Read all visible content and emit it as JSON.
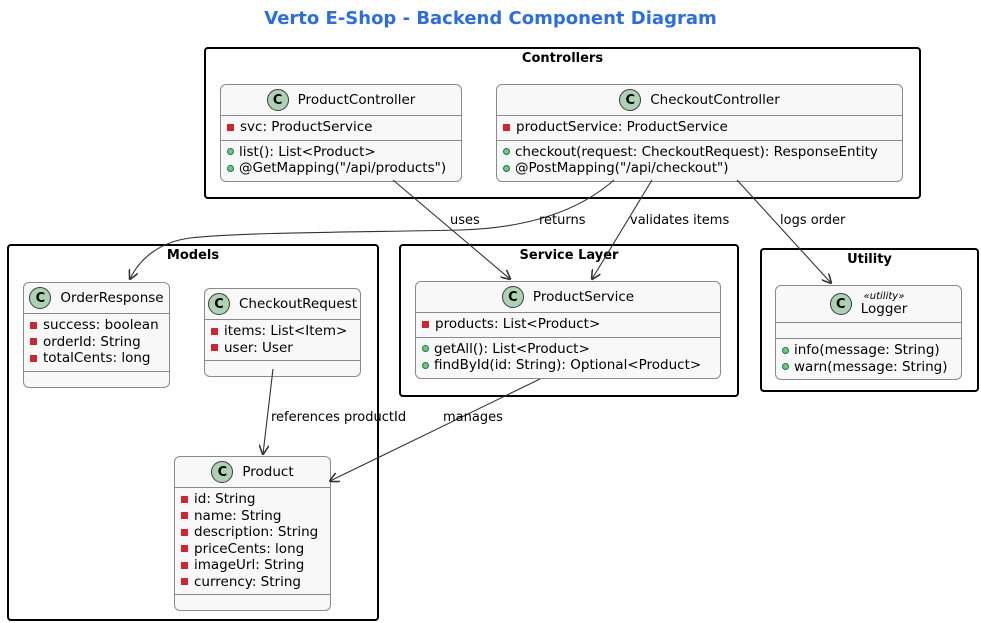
{
  "title": "Verto E-Shop - Backend Component Diagram",
  "colors": {
    "title": "#2f6ed7",
    "class_bg": "#f8f8f8",
    "badge": "#add1b2",
    "private": "#c82930",
    "public": "#84be84"
  },
  "packages": {
    "controllers": "Controllers",
    "models": "Models",
    "service": "Service Layer",
    "utility": "Utility"
  },
  "classes": {
    "product_controller": {
      "name": "ProductController",
      "fields": [
        "svc: ProductService"
      ],
      "methods": [
        "list(): List<Product>",
        "@GetMapping(\"/api/products\")"
      ]
    },
    "checkout_controller": {
      "name": "CheckoutController",
      "fields": [
        "productService: ProductService"
      ],
      "methods": [
        "checkout(request: CheckoutRequest): ResponseEntity",
        "@PostMapping(\"/api/checkout\")"
      ]
    },
    "order_response": {
      "name": "OrderResponse",
      "fields": [
        "success: boolean",
        "orderId: String",
        "totalCents: long"
      ]
    },
    "checkout_request": {
      "name": "CheckoutRequest",
      "fields": [
        "items: List<Item>",
        "user: User"
      ]
    },
    "product": {
      "name": "Product",
      "fields": [
        "id: String",
        "name: String",
        "description: String",
        "priceCents: long",
        "imageUrl: String",
        "currency: String"
      ]
    },
    "product_service": {
      "name": "ProductService",
      "fields": [
        "products: List<Product>"
      ],
      "methods": [
        "getAll(): List<Product>",
        "findById(id: String): Optional<Product>"
      ]
    },
    "logger": {
      "name": "Logger",
      "stereotype": "«utility»",
      "methods": [
        "info(message: String)",
        "warn(message: String)"
      ]
    }
  },
  "edges": {
    "uses": "uses",
    "returns": "returns",
    "validates": "validates items",
    "logs": "logs order",
    "references": "references productId",
    "manages": "manages"
  }
}
